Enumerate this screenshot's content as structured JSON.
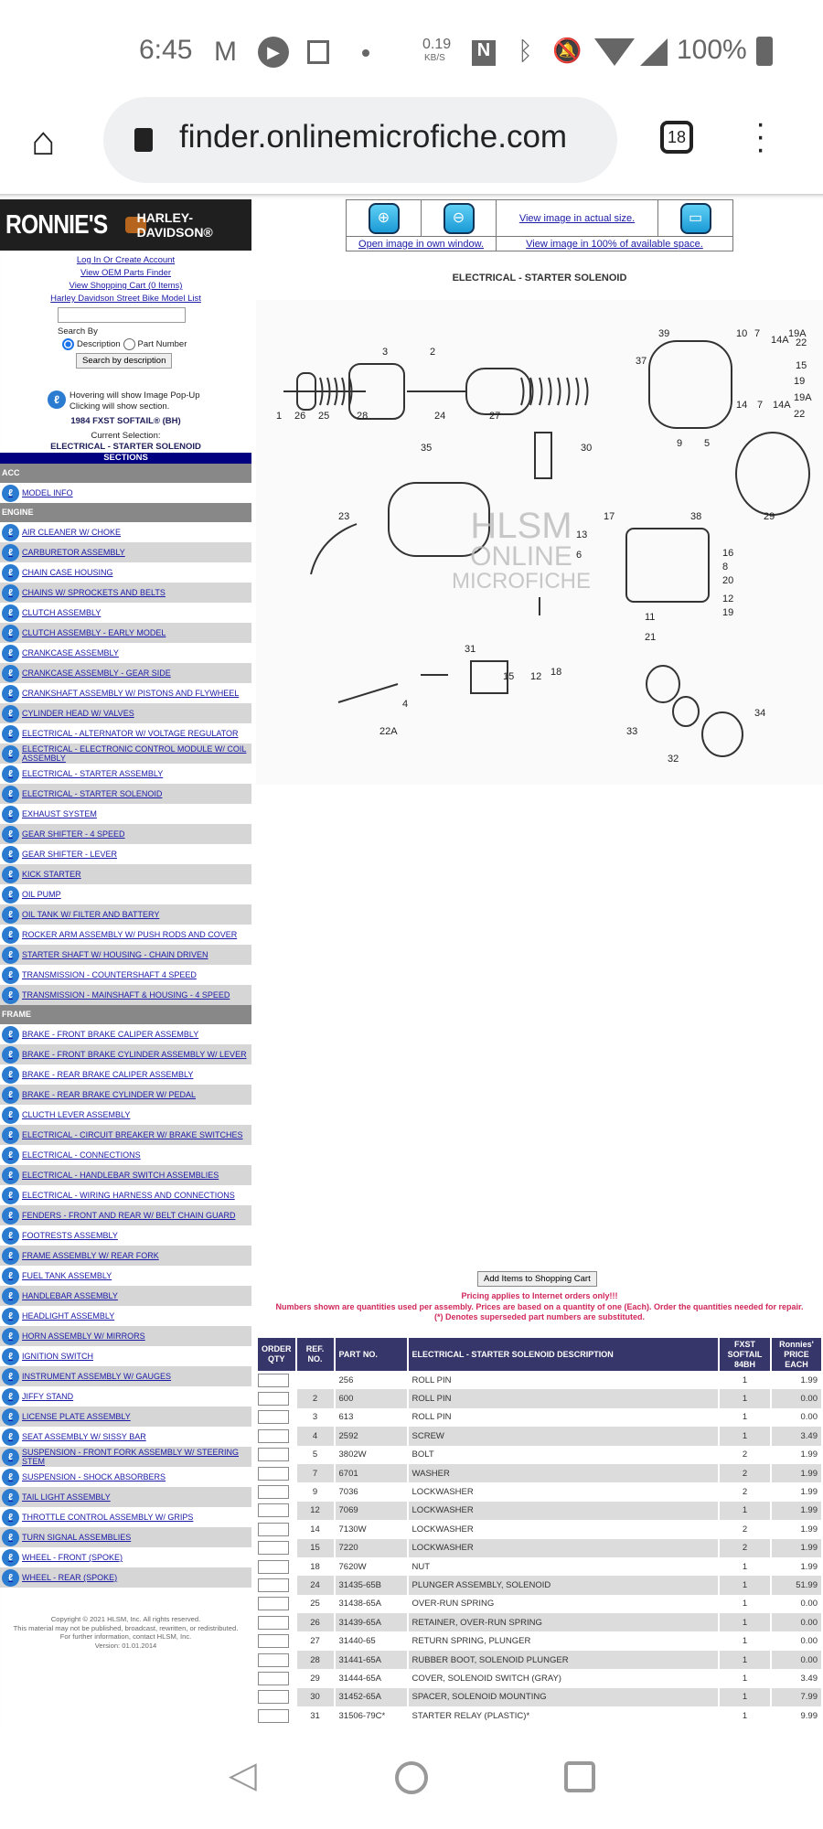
{
  "status": {
    "time": "6:45",
    "speed": "0.19",
    "speed_unit": "KB/S",
    "battery": "100%"
  },
  "browser": {
    "url": "finder.onlinemicrofiche.com",
    "tab_count": "18"
  },
  "sidebar": {
    "logo_text": "RONNIE'S",
    "brand": "HARLEY-DAVIDSON®",
    "links": [
      "Log In Or Create Account",
      "View OEM Parts Finder",
      "View Shopping Cart (0 Items)",
      "Harley Davidson Street Bike Model List"
    ],
    "search_input": "",
    "search_by": "Search By",
    "radio_description": "Description",
    "radio_part": "Part Number",
    "search_button": "Search by description",
    "hint1": "Hovering will show Image Pop-Up",
    "hint2": "Clicking will show section.",
    "model": "1984 FXST SOFTAIL® (BH)",
    "current_label": "Current Selection:",
    "current": "ELECTRICAL - STARTER SOLENOID",
    "sections_label": "SECTIONS",
    "groups": [
      {
        "name": "ACC",
        "items": [
          "MODEL INFO"
        ]
      },
      {
        "name": "ENGINE",
        "items": [
          "AIR CLEANER W/ CHOKE",
          "CARBURETOR ASSEMBLY",
          "CHAIN CASE HOUSING",
          "CHAINS W/ SPROCKETS AND BELTS",
          "CLUTCH ASSEMBLY",
          "CLUTCH ASSEMBLY - EARLY MODEL",
          "CRANKCASE ASSEMBLY",
          "CRANKCASE ASSEMBLY - GEAR SIDE",
          "CRANKSHAFT ASSEMBLY W/ PISTONS AND FLYWHEEL",
          "CYLINDER HEAD W/ VALVES",
          "ELECTRICAL - ALTERNATOR W/ VOLTAGE REGULATOR",
          "ELECTRICAL - ELECTRONIC CONTROL MODULE W/ COIL ASSEMBLY",
          "ELECTRICAL - STARTER ASSEMBLY",
          "ELECTRICAL - STARTER SOLENOID",
          "EXHAUST SYSTEM",
          "GEAR SHIFTER - 4 SPEED",
          "GEAR SHIFTER - LEVER",
          "KICK STARTER",
          "OIL PUMP",
          "OIL TANK W/ FILTER AND BATTERY",
          "ROCKER ARM ASSEMBLY W/ PUSH RODS AND COVER",
          "STARTER SHAFT W/ HOUSING - CHAIN DRIVEN",
          "TRANSMISSION - COUNTERSHAFT 4 SPEED",
          "TRANSMISSION - MAINSHAFT & HOUSING - 4 SPEED"
        ]
      },
      {
        "name": "FRAME",
        "items": [
          "BRAKE - FRONT BRAKE CALIPER ASSEMBLY",
          "BRAKE - FRONT BRAKE CYLINDER ASSEMBLY W/ LEVER",
          "BRAKE - REAR BRAKE CALIPER ASSEMBLY",
          "BRAKE - REAR BRAKE CYLINDER W/ PEDAL",
          "CLUCTH LEVER ASSEMBLY",
          "ELECTRICAL - CIRCUIT BREAKER W/ BRAKE SWITCHES",
          "ELECTRICAL - CONNECTIONS",
          "ELECTRICAL - HANDLEBAR SWITCH ASSEMBLIES",
          "ELECTRICAL - WIRING HARNESS AND CONNECTIONS",
          "FENDERS - FRONT AND REAR W/ BELT CHAIN GUARD",
          "FOOTRESTS ASSEMBLY",
          "FRAME ASSEMBLY W/ REAR FORK",
          "FUEL TANK ASSEMBLY",
          "HANDLEBAR ASSEMBLY",
          "HEADLIGHT ASSEMBLY",
          "HORN ASSEMBLY W/ MIRRORS",
          "IGNITION SWITCH",
          "INSTRUMENT ASSEMBLY W/ GAUGES",
          "JIFFY STAND",
          "LICENSE PLATE ASSEMBLY",
          "SEAT ASSEMBLY W/ SISSY BAR",
          "SUSPENSION - FRONT FORK ASSEMBLY W/ STEERING STEM",
          "SUSPENSION - SHOCK ABSORBERS",
          "TAIL LIGHT ASSEMBLY",
          "THROTTLE CONTROL ASSEMBLY W/ GRIPS",
          "TURN SIGNAL ASSEMBLIES",
          "WHEEL - FRONT (SPOKE)",
          "WHEEL - REAR (SPOKE)"
        ]
      }
    ],
    "footer": [
      "Copyright © 2021 HLSM, Inc. All rights reserved.",
      "This material may not be published, broadcast, rewritten, or redistributed.",
      "For further information, contact HLSM, Inc.",
      "Version: 01.01.2014"
    ]
  },
  "toolbar": {
    "actual_size": "View image in actual size.",
    "own_window": "Open image in own window.",
    "full_space": "View image in 100% of available space."
  },
  "main": {
    "title": "ELECTRICAL - STARTER SOLENOID",
    "watermark": [
      "HLSM",
      "ONLINE",
      "MICROFICHE"
    ],
    "diagram_labels": [
      "1",
      "26",
      "25",
      "28",
      "3",
      "2",
      "24",
      "27",
      "39",
      "37",
      "10",
      "7",
      "14A",
      "19A",
      "22",
      "15",
      "19",
      "19A",
      "22",
      "14",
      "7",
      "14A",
      "9",
      "5",
      "30",
      "29",
      "35",
      "23",
      "17",
      "38",
      "13",
      "6",
      "16",
      "8",
      "20",
      "12",
      "19",
      "11",
      "21",
      "31",
      "15",
      "12",
      "18",
      "4",
      "22A",
      "33",
      "32",
      "34"
    ],
    "add_to_cart": "Add Items to Shopping Cart",
    "notes": [
      "Pricing applies to Internet orders only!!!",
      "Numbers shown are quantities used per assembly. Prices are based on a quantity of one (Each). Order the quantities needed for repair.",
      "(*)  Denotes superseded part numbers are substituted."
    ]
  },
  "table": {
    "headers": [
      "ORDER QTY",
      "REF. NO.",
      "PART NO.",
      "ELECTRICAL - STARTER SOLENOID DESCRIPTION",
      "FXST SOFTAIL 84BH",
      "Ronnies' PRICE EACH"
    ],
    "rows": [
      [
        "",
        "256",
        "ROLL PIN",
        "1",
        "1.99"
      ],
      [
        "2",
        "600",
        "ROLL PIN",
        "1",
        "0.00"
      ],
      [
        "3",
        "613",
        "ROLL PIN",
        "1",
        "0.00"
      ],
      [
        "4",
        "2592",
        "SCREW",
        "1",
        "3.49"
      ],
      [
        "5",
        "3802W",
        "BOLT",
        "2",
        "1.99"
      ],
      [
        "7",
        "6701",
        "WASHER",
        "2",
        "1.99"
      ],
      [
        "9",
        "7036",
        "LOCKWASHER",
        "2",
        "1.99"
      ],
      [
        "12",
        "7069",
        "LOCKWASHER",
        "1",
        "1.99"
      ],
      [
        "14",
        "7130W",
        "LOCKWASHER",
        "2",
        "1.99"
      ],
      [
        "15",
        "7220",
        "LOCKWASHER",
        "2",
        "1.99"
      ],
      [
        "18",
        "7620W",
        "NUT",
        "1",
        "1.99"
      ],
      [
        "24",
        "31435-65B",
        "PLUNGER ASSEMBLY, SOLENOID",
        "1",
        "51.99"
      ],
      [
        "25",
        "31438-65A",
        "OVER-RUN SPRING",
        "1",
        "0.00"
      ],
      [
        "26",
        "31439-65A",
        "RETAINER, OVER-RUN SPRING",
        "1",
        "0.00"
      ],
      [
        "27",
        "31440-65",
        "RETURN SPRING, PLUNGER",
        "1",
        "0.00"
      ],
      [
        "28",
        "31441-65A",
        "RUBBER BOOT, SOLENOID PLUNGER",
        "1",
        "0.00"
      ],
      [
        "29",
        "31444-65A",
        "COVER, SOLENOID SWITCH (GRAY)",
        "1",
        "3.49"
      ],
      [
        "30",
        "31452-65A",
        "SPACER, SOLENOID MOUNTING",
        "1",
        "7.99"
      ],
      [
        "31",
        "31506-79C*",
        "STARTER RELAY (PLASTIC)*",
        "1",
        "9.99"
      ]
    ]
  }
}
